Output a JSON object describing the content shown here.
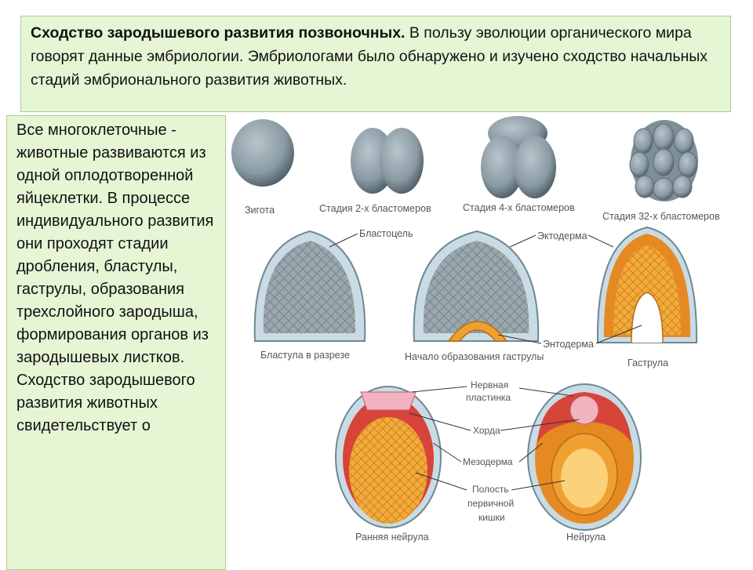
{
  "header": {
    "title_bold": "Сходство зародышевого развития позвоночных.",
    "text": " В пользу эволюции органического мира говорят данные эмбриологии. Эмбриологами было обнаружено и изучено сходство начальных стадий эмбрионального развития животных."
  },
  "side_text": "Все многоклеточные - животные развиваются из одной оплодотворенной яйцеклетки. В процессе индивидуального развития они проходят стадии дробления, бластулы, гаструлы, образования трехслойного зародыша, формирования органов из зародышевых листков. Сходство зародышевого развития животных свидетельствует о",
  "figure": {
    "stage_labels": {
      "zygote": "Зигота",
      "stage2": "Стадия 2-х бластомеров",
      "stage4": "Стадия 4-х бластомеров",
      "stage32": "Стадия 32-х бластомеров",
      "blastula": "Бластула в разрезе",
      "gastrula_start": "Начало образования гаструлы",
      "gastrula": "Гаструла",
      "early_neurula": "Ранняя нейрула",
      "neurula": "Нейрула"
    },
    "part_labels": {
      "blastocoel": "Бластоцель",
      "ectoderm": "Эктодерма",
      "endoderm": "Энтодерма",
      "neural_plate_1": "Нервная",
      "neural_plate_2": "пластинка",
      "chord": "Хорда",
      "mesoderm": "Мезодерма",
      "gut_1": "Полость",
      "gut_2": "первичной",
      "gut_3": "кишки"
    },
    "colors": {
      "cell_gray": "#8a9aa3",
      "membrane_blue": "#c9dbe4",
      "yolk_orange": "#f0a030",
      "mesoderm_red": "#d7443a",
      "neural_pink": "#f2b3c0",
      "panel_green": "#e6f5d4"
    }
  }
}
